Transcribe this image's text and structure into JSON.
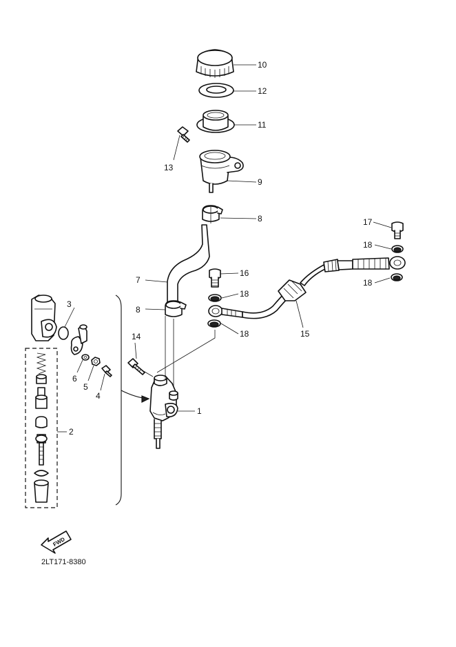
{
  "diagram": {
    "callouts": {
      "c1": "1",
      "c2": "2",
      "c3": "3",
      "c4": "4",
      "c5": "5",
      "c6": "6",
      "c7": "7",
      "c8a": "8",
      "c8b": "8",
      "c9": "9",
      "c10": "10",
      "c11": "11",
      "c12": "12",
      "c13": "13",
      "c14": "14",
      "c15": "15",
      "c16": "16",
      "c17": "17",
      "c18a": "18",
      "c18b": "18",
      "c18c": "18",
      "c18d": "18"
    },
    "fwd_label": "FWD",
    "drawing_code": "2LT171-8380"
  }
}
